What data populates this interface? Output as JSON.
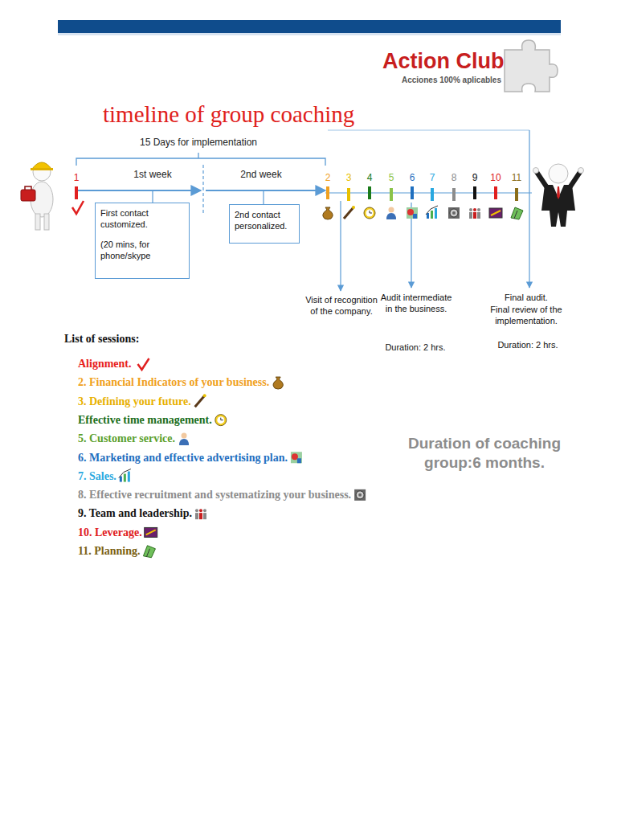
{
  "diagram": {
    "title": "timeline of group coaching",
    "nodes": [
      {
        "text": [
          "First contact customized.",
          "(20 mins, for phone/skype"
        ]
      },
      {
        "text": [
          "2nd contact personalized."
        ]
      }
    ],
    "labels": [
      "Action Club",
      "Acciones 100% aplicables",
      "15 Days for implementation",
      "1st week",
      "2nd week",
      "1",
      "2",
      "3",
      "4",
      "5",
      "6",
      "7",
      "8",
      "9",
      "10",
      "11",
      "Visit of recognition of the company.",
      "Audit intermediate in the business.",
      "Duration: 2 hrs.",
      "Final audit.",
      "Final review of the implementation.",
      "Duration: 2 hrs.",
      "List of sessions:",
      "Alignment.",
      "2. Financial Indicators of your business.",
      "3. Defining your future.",
      "Effective time management.",
      "5. Customer service.",
      "6. Marketing and effective advertising plan.",
      "7. Sales.",
      "8. Effective recruitment and systematizing your business.",
      "9. Team and leadership.",
      "10. Leverage.",
      "11. Planning.",
      "Duration of coaching group:6 months."
    ]
  }
}
